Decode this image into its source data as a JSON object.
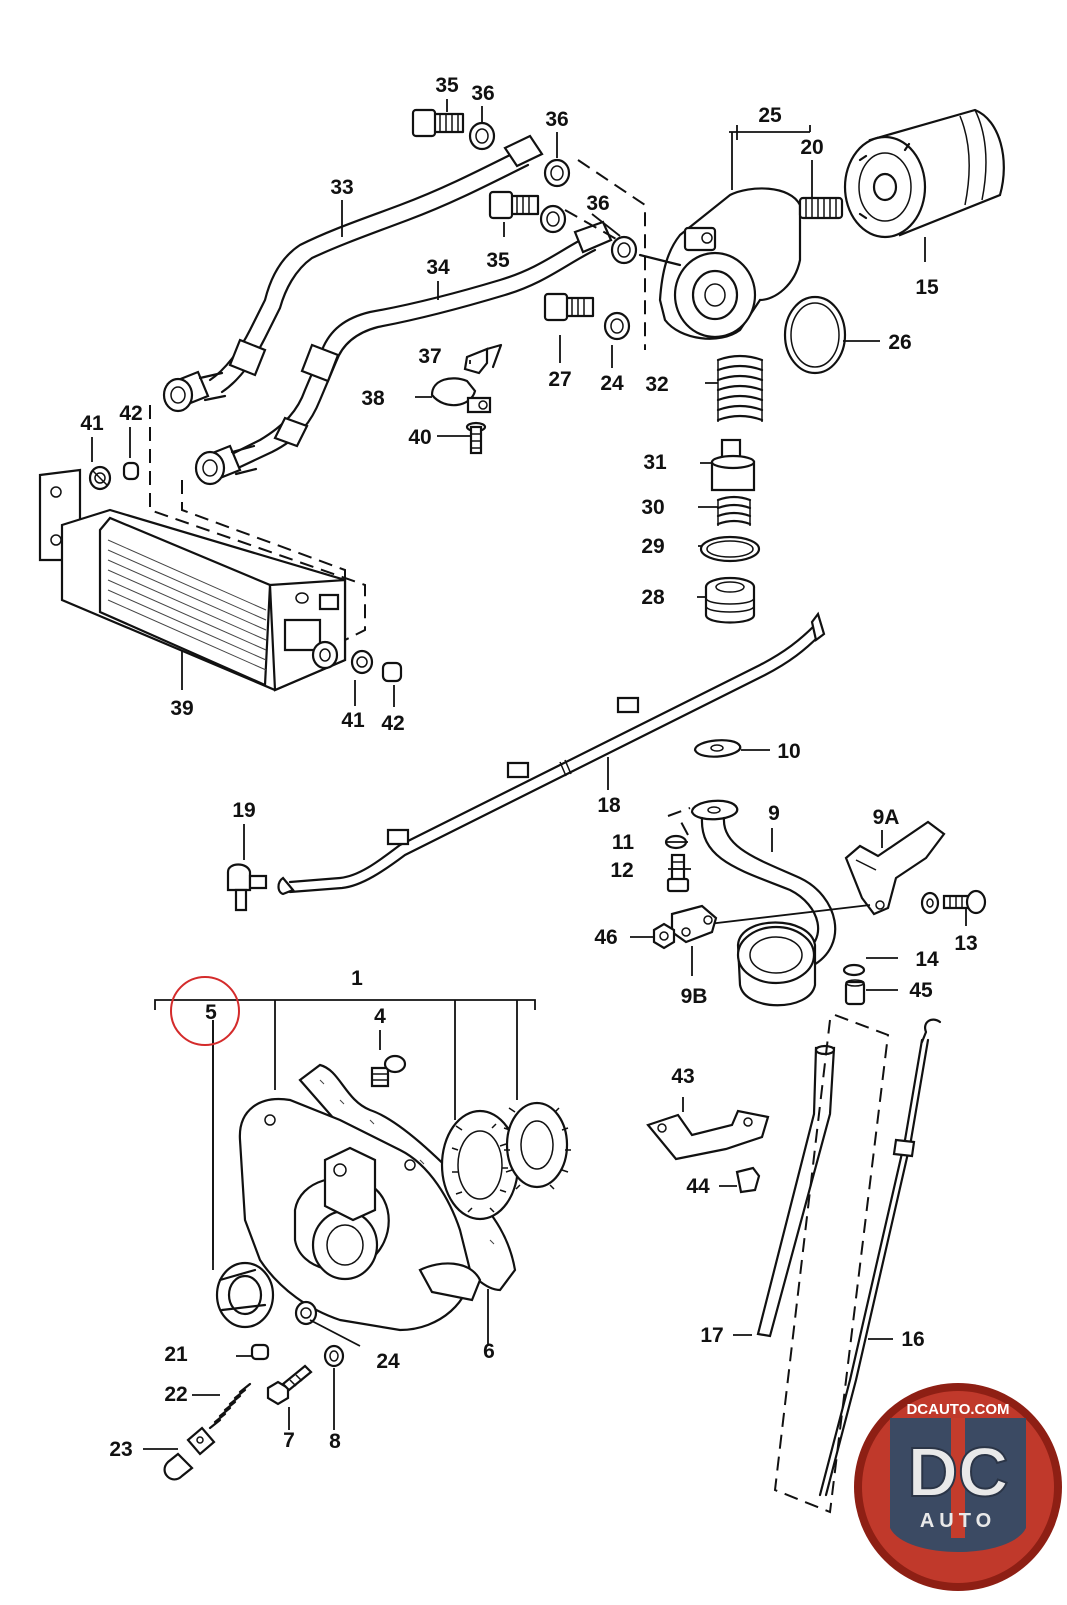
{
  "diagram": {
    "callouts": [
      {
        "id": "c35a",
        "text": "35"
      },
      {
        "id": "c36a",
        "text": "36"
      },
      {
        "id": "c36b",
        "text": "36"
      },
      {
        "id": "c25",
        "text": "25"
      },
      {
        "id": "c20",
        "text": "20"
      },
      {
        "id": "c33",
        "text": "33"
      },
      {
        "id": "c36c",
        "text": "36"
      },
      {
        "id": "c35b",
        "text": "35"
      },
      {
        "id": "c34",
        "text": "34"
      },
      {
        "id": "c15",
        "text": "15"
      },
      {
        "id": "c26",
        "text": "26"
      },
      {
        "id": "c37",
        "text": "37"
      },
      {
        "id": "c27",
        "text": "27"
      },
      {
        "id": "c24a",
        "text": "24"
      },
      {
        "id": "c32",
        "text": "32"
      },
      {
        "id": "c38",
        "text": "38"
      },
      {
        "id": "c41a",
        "text": "41"
      },
      {
        "id": "c42a",
        "text": "42"
      },
      {
        "id": "c40",
        "text": "40"
      },
      {
        "id": "c31",
        "text": "31"
      },
      {
        "id": "c30",
        "text": "30"
      },
      {
        "id": "c29",
        "text": "29"
      },
      {
        "id": "c28",
        "text": "28"
      },
      {
        "id": "c39",
        "text": "39"
      },
      {
        "id": "c41b",
        "text": "41"
      },
      {
        "id": "c42b",
        "text": "42"
      },
      {
        "id": "c10",
        "text": "10"
      },
      {
        "id": "c18",
        "text": "18"
      },
      {
        "id": "c19",
        "text": "19"
      },
      {
        "id": "c9",
        "text": "9"
      },
      {
        "id": "c9a",
        "text": "9A"
      },
      {
        "id": "c11",
        "text": "11"
      },
      {
        "id": "c12",
        "text": "12"
      },
      {
        "id": "c13",
        "text": "13"
      },
      {
        "id": "c46",
        "text": "46"
      },
      {
        "id": "c14",
        "text": "14"
      },
      {
        "id": "c9b",
        "text": "9B"
      },
      {
        "id": "c45",
        "text": "45"
      },
      {
        "id": "c1",
        "text": "1"
      },
      {
        "id": "c5",
        "text": "5"
      },
      {
        "id": "c4",
        "text": "4"
      },
      {
        "id": "c43",
        "text": "43"
      },
      {
        "id": "c44",
        "text": "44"
      },
      {
        "id": "c17",
        "text": "17"
      },
      {
        "id": "c16",
        "text": "16"
      },
      {
        "id": "c6",
        "text": "6"
      },
      {
        "id": "c21",
        "text": "21"
      },
      {
        "id": "c24b",
        "text": "24"
      },
      {
        "id": "c22",
        "text": "22"
      },
      {
        "id": "c7",
        "text": "7"
      },
      {
        "id": "c8",
        "text": "8"
      },
      {
        "id": "c23",
        "text": "23"
      }
    ],
    "highlight_color": "#d42b2b"
  },
  "logo": {
    "top_text": "DCAUTO.COM",
    "main_text": "DC",
    "sub_text": "AUTO",
    "colors": {
      "ring": "#c0392b",
      "ring_edge": "#8e1f14",
      "plate": "#3b4a63",
      "letters": "#e9e9e9",
      "stripe": "#c43c2c"
    }
  }
}
